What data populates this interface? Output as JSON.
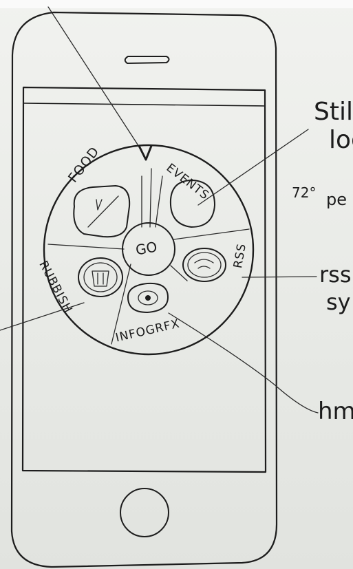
{
  "wheel": {
    "segments": {
      "food": "FOOD",
      "events": "EVENTS",
      "rss": "RSS",
      "infogrfx": "INFOGRFX",
      "rubbish": "RUBBISH"
    },
    "center_button": "GO"
  },
  "annotations": {
    "still_logo": [
      "Still",
      "log"
    ],
    "temperature": "72°",
    "temperature_suffix": "pe",
    "rss_sync": [
      "rss",
      "sy"
    ],
    "hm": "hm"
  },
  "colors": {
    "paper": "#eceeeb",
    "ink": "#1d1d1d"
  }
}
